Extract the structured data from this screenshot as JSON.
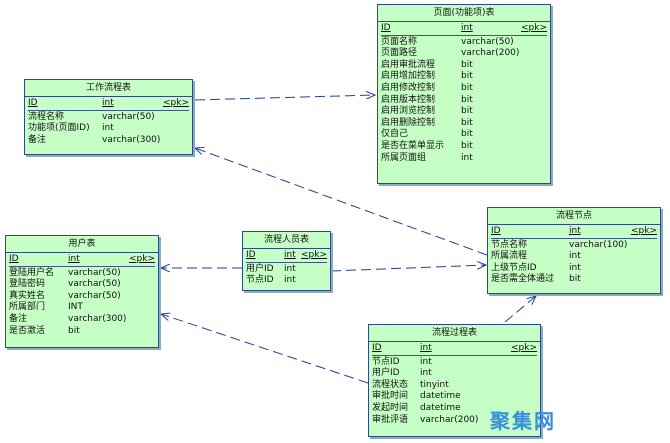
{
  "entities": {
    "page": {
      "title": "页面(功能项)表",
      "columns": [
        {
          "name": "ID",
          "type": "int",
          "key": "<pk>"
        },
        {
          "name": "页面名称",
          "type": "varchar(50)"
        },
        {
          "name": "页面路径",
          "type": "varchar(200)"
        },
        {
          "name": "启用审批流程",
          "type": "bit"
        },
        {
          "name": "启用增加控制",
          "type": "bit"
        },
        {
          "name": "启用修改控制",
          "type": "bit"
        },
        {
          "name": "启用版本控制",
          "type": "bit"
        },
        {
          "name": "启用浏览控制",
          "type": "bit"
        },
        {
          "name": "启用删除控制",
          "type": "bit"
        },
        {
          "name": "仅自己",
          "type": "bit"
        },
        {
          "name": "是否在菜单显示",
          "type": "bit"
        },
        {
          "name": "所属页面组",
          "type": "int"
        }
      ]
    },
    "workflow": {
      "title": "工作流程表",
      "columns": [
        {
          "name": "ID",
          "type": "int",
          "key": "<pk>"
        },
        {
          "name": "流程名称",
          "type": "varchar(50)"
        },
        {
          "name": "功能项(页面ID)",
          "type": "int"
        },
        {
          "name": "备注",
          "type": "varchar(300)"
        }
      ]
    },
    "node": {
      "title": "流程节点",
      "columns": [
        {
          "name": "ID",
          "type": "int",
          "key": "<pk>"
        },
        {
          "name": "节点名称",
          "type": "varchar(100)"
        },
        {
          "name": "所属流程",
          "type": "int"
        },
        {
          "name": "上级节点ID",
          "type": "int"
        },
        {
          "name": "是否需全体通过",
          "type": "bit"
        }
      ]
    },
    "user": {
      "title": "用户表",
      "columns": [
        {
          "name": "ID",
          "type": "int",
          "key": "<pk>"
        },
        {
          "name": "登陆用户名",
          "type": "varchar(50)"
        },
        {
          "name": "登陆密码",
          "type": "varchar(50)"
        },
        {
          "name": "真实姓名",
          "type": "varchar(50)"
        },
        {
          "name": "所属部门",
          "type": "INT"
        },
        {
          "name": "备注",
          "type": "varchar(300)"
        },
        {
          "name": "是否激活",
          "type": "bit"
        }
      ]
    },
    "members": {
      "title": "流程人员表",
      "columns": [
        {
          "name": "ID",
          "type": "int",
          "key": "<pk>"
        },
        {
          "name": "用户ID",
          "type": "int"
        },
        {
          "name": "节点ID",
          "type": "int"
        }
      ]
    },
    "process": {
      "title": "流程过程表",
      "columns": [
        {
          "name": "ID",
          "type": "int",
          "key": "<pk>"
        },
        {
          "name": "节点ID",
          "type": "int"
        },
        {
          "name": "用户ID",
          "type": "int"
        },
        {
          "name": "流程状态",
          "type": "tinyint"
        },
        {
          "name": "审批时间",
          "type": "datetime"
        },
        {
          "name": "发起时间",
          "type": "datetime"
        },
        {
          "name": "审批评语",
          "type": "varchar(200)"
        }
      ]
    }
  },
  "watermark": "聚集网",
  "colors": {
    "entity_fill": "#c6ffc6",
    "entity_border": "#2d4d7a",
    "connector": "#1f3f9a",
    "watermark": "#3a8ee0"
  }
}
